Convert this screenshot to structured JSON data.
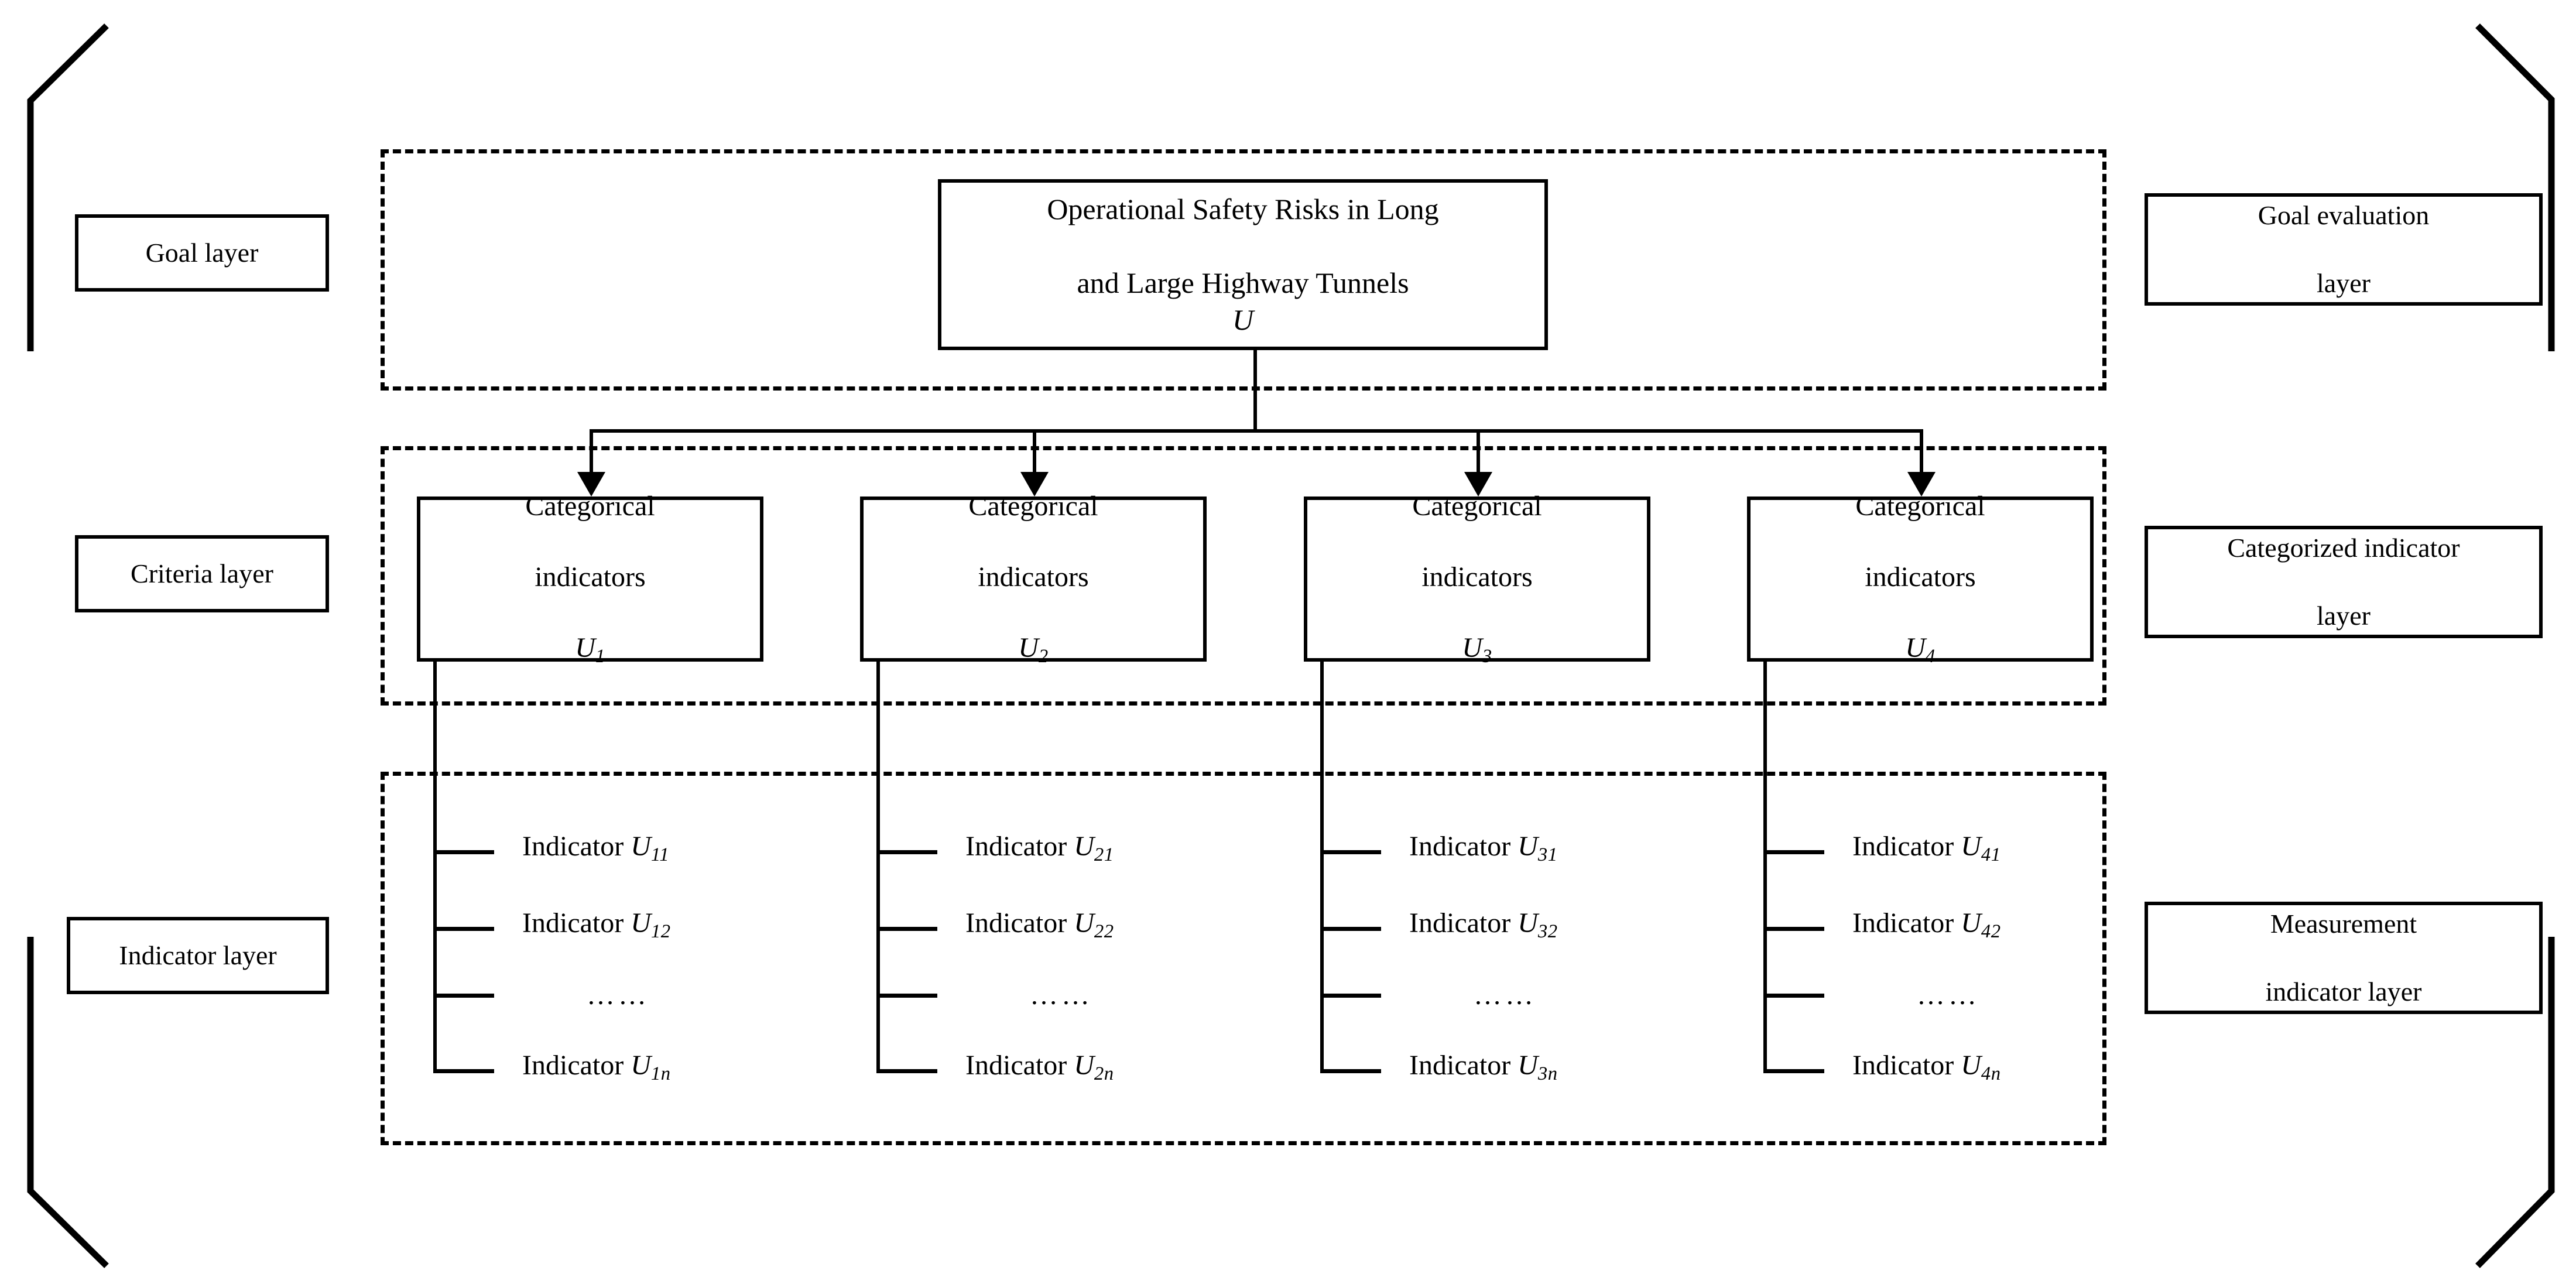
{
  "diagram": {
    "title_box": {
      "line1": "Operational Safety Risks in Long",
      "line2_pre": "and Large Highway Tunnels ",
      "line2_sym": "U"
    },
    "left_layer_labels": [
      {
        "id": "goal",
        "text": "Goal layer"
      },
      {
        "id": "criteria",
        "text": "Criteria layer"
      },
      {
        "id": "indicator",
        "text": "Indicator layer"
      }
    ],
    "right_layer_labels": [
      {
        "id": "goal-eval",
        "line1": "Goal evaluation",
        "line2": "layer"
      },
      {
        "id": "categorized-indicator",
        "line1": "Categorized indicator",
        "line2": "layer"
      },
      {
        "id": "measurement-indicator",
        "line1": "Measurement",
        "line2": "indicator layer"
      }
    ],
    "criteria_boxes": [
      {
        "line1": "Categorical",
        "line2": "indicators",
        "sym": "U",
        "sub": "1"
      },
      {
        "line1": "Categorical",
        "line2": "indicators",
        "sym": "U",
        "sub": "2"
      },
      {
        "line1": "Categorical",
        "line2": "indicators",
        "sym": "U",
        "sub": "3"
      },
      {
        "line1": "Categorical",
        "line2": "indicators",
        "sym": "U",
        "sub": "4"
      }
    ],
    "indicator_columns": [
      {
        "group": "1",
        "rows": [
          {
            "label": "Indicator ",
            "sym": "U",
            "sub": "11"
          },
          {
            "label": "Indicator ",
            "sym": "U",
            "sub": "12"
          },
          {
            "label": "",
            "sym": "",
            "sub": "",
            "dots": "……"
          },
          {
            "label": "Indicator ",
            "sym": "U",
            "sub": "1n"
          }
        ]
      },
      {
        "group": "2",
        "rows": [
          {
            "label": "Indicator ",
            "sym": "U",
            "sub": "21"
          },
          {
            "label": "Indicator ",
            "sym": "U",
            "sub": "22"
          },
          {
            "label": "",
            "sym": "",
            "sub": "",
            "dots": "……"
          },
          {
            "label": "Indicator ",
            "sym": "U",
            "sub": "2n"
          }
        ]
      },
      {
        "group": "3",
        "rows": [
          {
            "label": "Indicator ",
            "sym": "U",
            "sub": "31"
          },
          {
            "label": "Indicator ",
            "sym": "U",
            "sub": "32"
          },
          {
            "label": "",
            "sym": "",
            "sub": "",
            "dots": "……"
          },
          {
            "label": "Indicator ",
            "sym": "U",
            "sub": "3n"
          }
        ]
      },
      {
        "group": "4",
        "rows": [
          {
            "label": "Indicator ",
            "sym": "U",
            "sub": "41"
          },
          {
            "label": "Indicator ",
            "sym": "U",
            "sub": "42"
          },
          {
            "label": "",
            "sym": "",
            "sub": "",
            "dots": "……"
          },
          {
            "label": "Indicator ",
            "sym": "U",
            "sub": "4n"
          }
        ]
      }
    ],
    "colors": {
      "stroke": "#000000",
      "background": "#ffffff"
    }
  }
}
